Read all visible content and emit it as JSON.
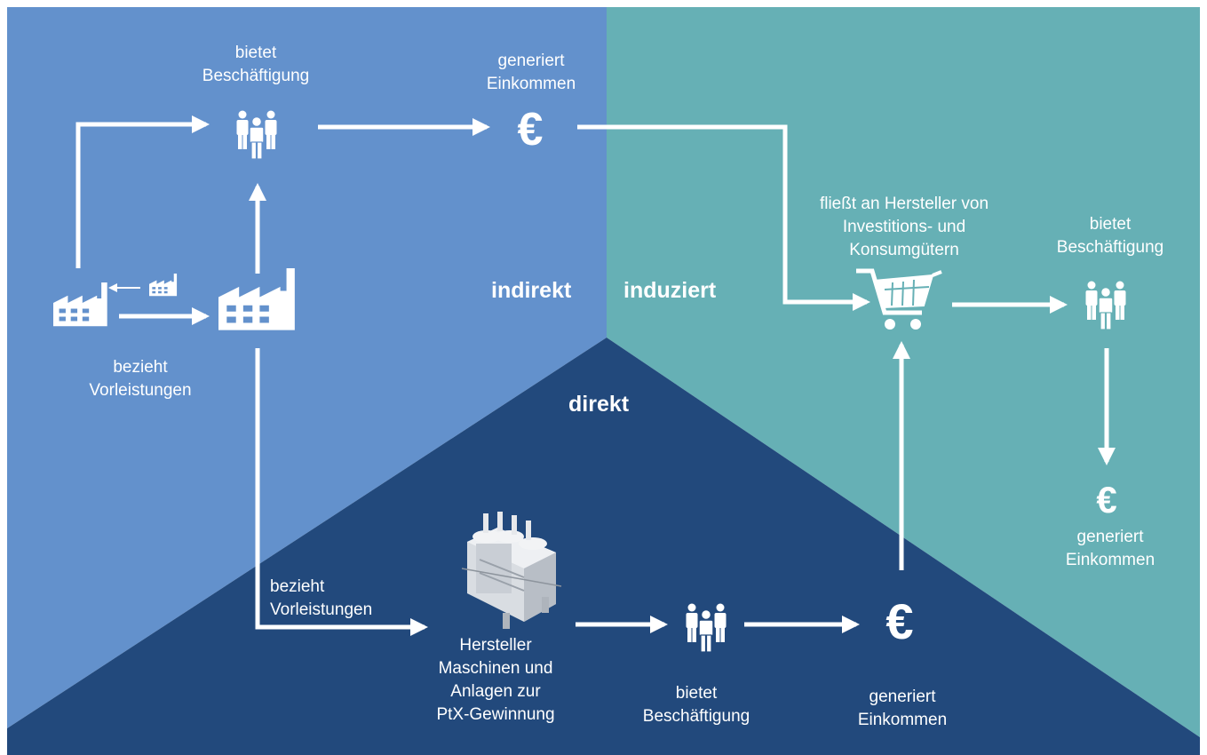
{
  "colors": {
    "indirekt_bg": "#6391cc",
    "induziert_bg": "#66b0b5",
    "direkt_bg": "#22497c",
    "foreground": "#ffffff"
  },
  "sections": {
    "indirekt": "indirekt",
    "induziert": "induziert",
    "direkt": "direkt"
  },
  "labels": {
    "indirekt_beschaeftigung": "bietet\nBeschäftigung",
    "indirekt_einkommen": "generiert\nEinkommen",
    "indirekt_vorleistungen": "bezieht\nVorleistungen",
    "induziert_fliesst": "fließt an Hersteller von\nInvestitions-  und\nKonsumgütern",
    "induziert_beschaeftigung": "bietet\nBeschäftigung",
    "induziert_einkommen": "generiert\nEinkommen",
    "direkt_vorleistungen": "bezieht\nVorleistungen",
    "direkt_hersteller": "Hersteller\nMaschinen und\nAnlagen zur\nPtX-Gewinnung",
    "direkt_beschaeftigung": "bietet\nBeschäftigung",
    "direkt_einkommen": "generiert\nEinkommen"
  },
  "symbols": {
    "euro": "€"
  },
  "icons": [
    "factory-icon",
    "people-icon",
    "euro-icon",
    "shopping-cart-icon",
    "machine-icon",
    "arrow-icon"
  ]
}
